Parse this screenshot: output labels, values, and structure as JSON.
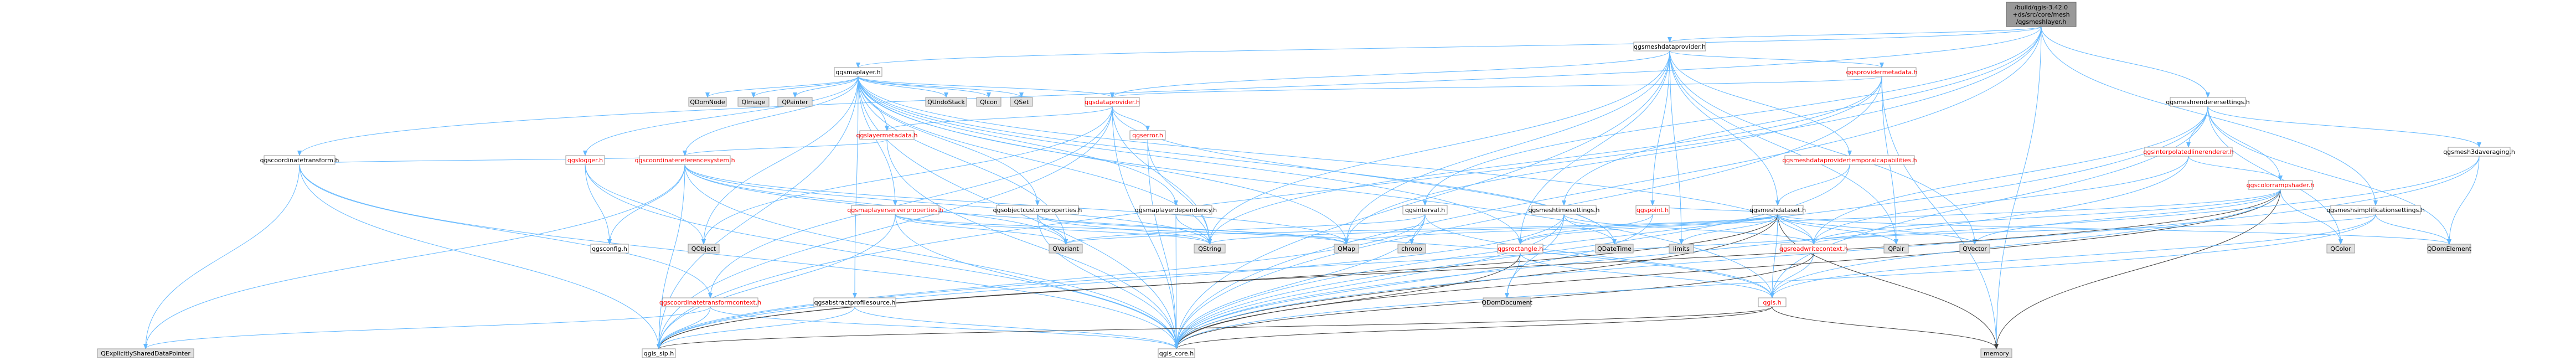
{
  "colors": {
    "root_fill": "#999999",
    "root_border": "#666666",
    "node_fill": "#ffffff",
    "node_border": "#999999",
    "external_fill": "#e0e0e0",
    "text_normal": "#000000",
    "text_red": "#ff0000",
    "edge_blue": "#63b8ff",
    "edge_dark": "#404040"
  },
  "nodes": {
    "root": [
      "/build/qgis-3.42.0",
      "+ds/src/core/mesh",
      "/qgsmeshlayer.h"
    ],
    "qgsmaplayer": "qgsmaplayer.h",
    "qgsmeshdataprovider": "qgsmeshdataprovider.h",
    "qgscoordinatetransform": "qgscoordinatetransform.h",
    "qgsmeshrenderersettings": "qgsmeshrenderersettings.h",
    "qgsprovidermetadata": "qgsprovidermetadata.h",
    "qgsdataprovider": "qgsdataprovider.h",
    "qgslayermetadata": "qgslayermetadata.h",
    "qgslogger": "qgslogger.h",
    "qgscoordinatereferencesystem": "qgscoordinatereferencesystem.h",
    "qgsmaplayerserverproperties": "qgsmaplayerserverproperties.h",
    "qgsobjectcustomproperties": "qgsobjectcustomproperties.h",
    "qgsmaplayerdependency": "qgsmaplayerdependency.h",
    "qgsinterval": "qgsinterval.h",
    "qgsmeshtimesettings": "qgsmeshtimesettings.h",
    "qgspoint": "qgspoint.h",
    "qgsmeshdataset": "qgsmeshdataset.h",
    "qgsmeshdataprovidertemporalcapabilities": "qgsmeshdataprovidertemporalcapabilities.h",
    "qgserror": "qgserror.h",
    "qgsinterpolatedlinerenderer": "qgsinterpolatedlinerenderer.h",
    "qgscolorrampshader": "qgscolorrampshader.h",
    "qgsmeshsimplificationsettings": "qgsmeshsimplificationsettings.h",
    "qgsmesh3daveraging": "qgsmesh3daveraging.h",
    "qgsconfig": "qgsconfig.h",
    "qgsrectangle": "qgsrectangle.h",
    "qgsreadwritecontext": "qgsreadwritecontext.h",
    "qgscoordinatetransformcontext": "qgscoordinatetransformcontext.h",
    "qgsabstractprofilesource": "qgsabstractprofilesource.h",
    "qgis": "qgis.h",
    "qgis_core": "qgis_core.h",
    "qgis_sip": "qgis_sip.h",
    "QDomNode": "QDomNode",
    "QImage": "QImage",
    "QPainter": "QPainter",
    "QUndoStack": "QUndoStack",
    "QIcon": "QIcon",
    "QSet": "QSet",
    "QObject": "QObject",
    "QVariant": "QVariant",
    "QString": "QString",
    "QMap": "QMap",
    "QDateTime": "QDateTime",
    "chrono": "chrono",
    "limits": "limits",
    "QVector": "QVector",
    "QPair": "QPair",
    "QColor": "QColor",
    "QDomElement": "QDomElement",
    "QDomDocument": "QDomDocument",
    "memory": "memory",
    "QExplicitlySharedDataPointer": "QExplicitlySharedDataPointer"
  }
}
